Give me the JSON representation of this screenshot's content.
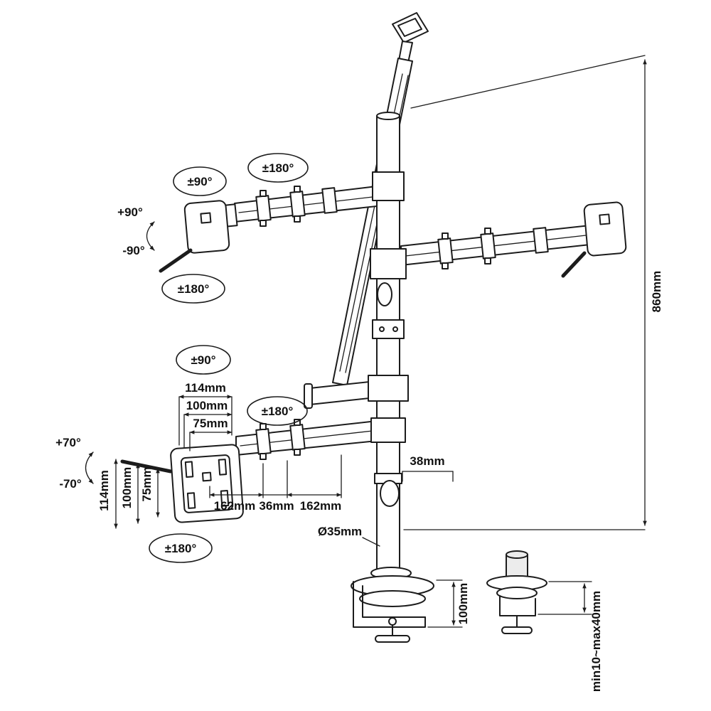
{
  "labels": {
    "angle_pm90_upper": "±90°",
    "angle_pm180_upper": "±180°",
    "angle_plus90": "+90°",
    "angle_minus90": "-90°",
    "angle_pm180_left": "±180°",
    "angle_pm90_lower": "±90°",
    "angle_pm180_lower": "±180°",
    "angle_plus70": "+70°",
    "angle_minus70": "-70°",
    "angle_pm180_bottom": "±180°",
    "dim_width_114": "114mm",
    "dim_width_100": "100mm",
    "dim_width_75": "75mm",
    "dim_height_114": "114mm",
    "dim_height_100": "100mm",
    "dim_height_75": "75mm",
    "dim_arm_162_left": "162mm",
    "dim_arm_36": "36mm",
    "dim_arm_162_right": "162mm",
    "dim_pole_offset_38": "38mm",
    "dim_pole_diameter": "Ø35mm",
    "dim_pole_height": "860mm",
    "dim_clamp_height": "100mm",
    "dim_desk_thickness": "min10~max40mm"
  },
  "colors": {
    "line": "#1c1c1c",
    "background": "#ffffff"
  }
}
